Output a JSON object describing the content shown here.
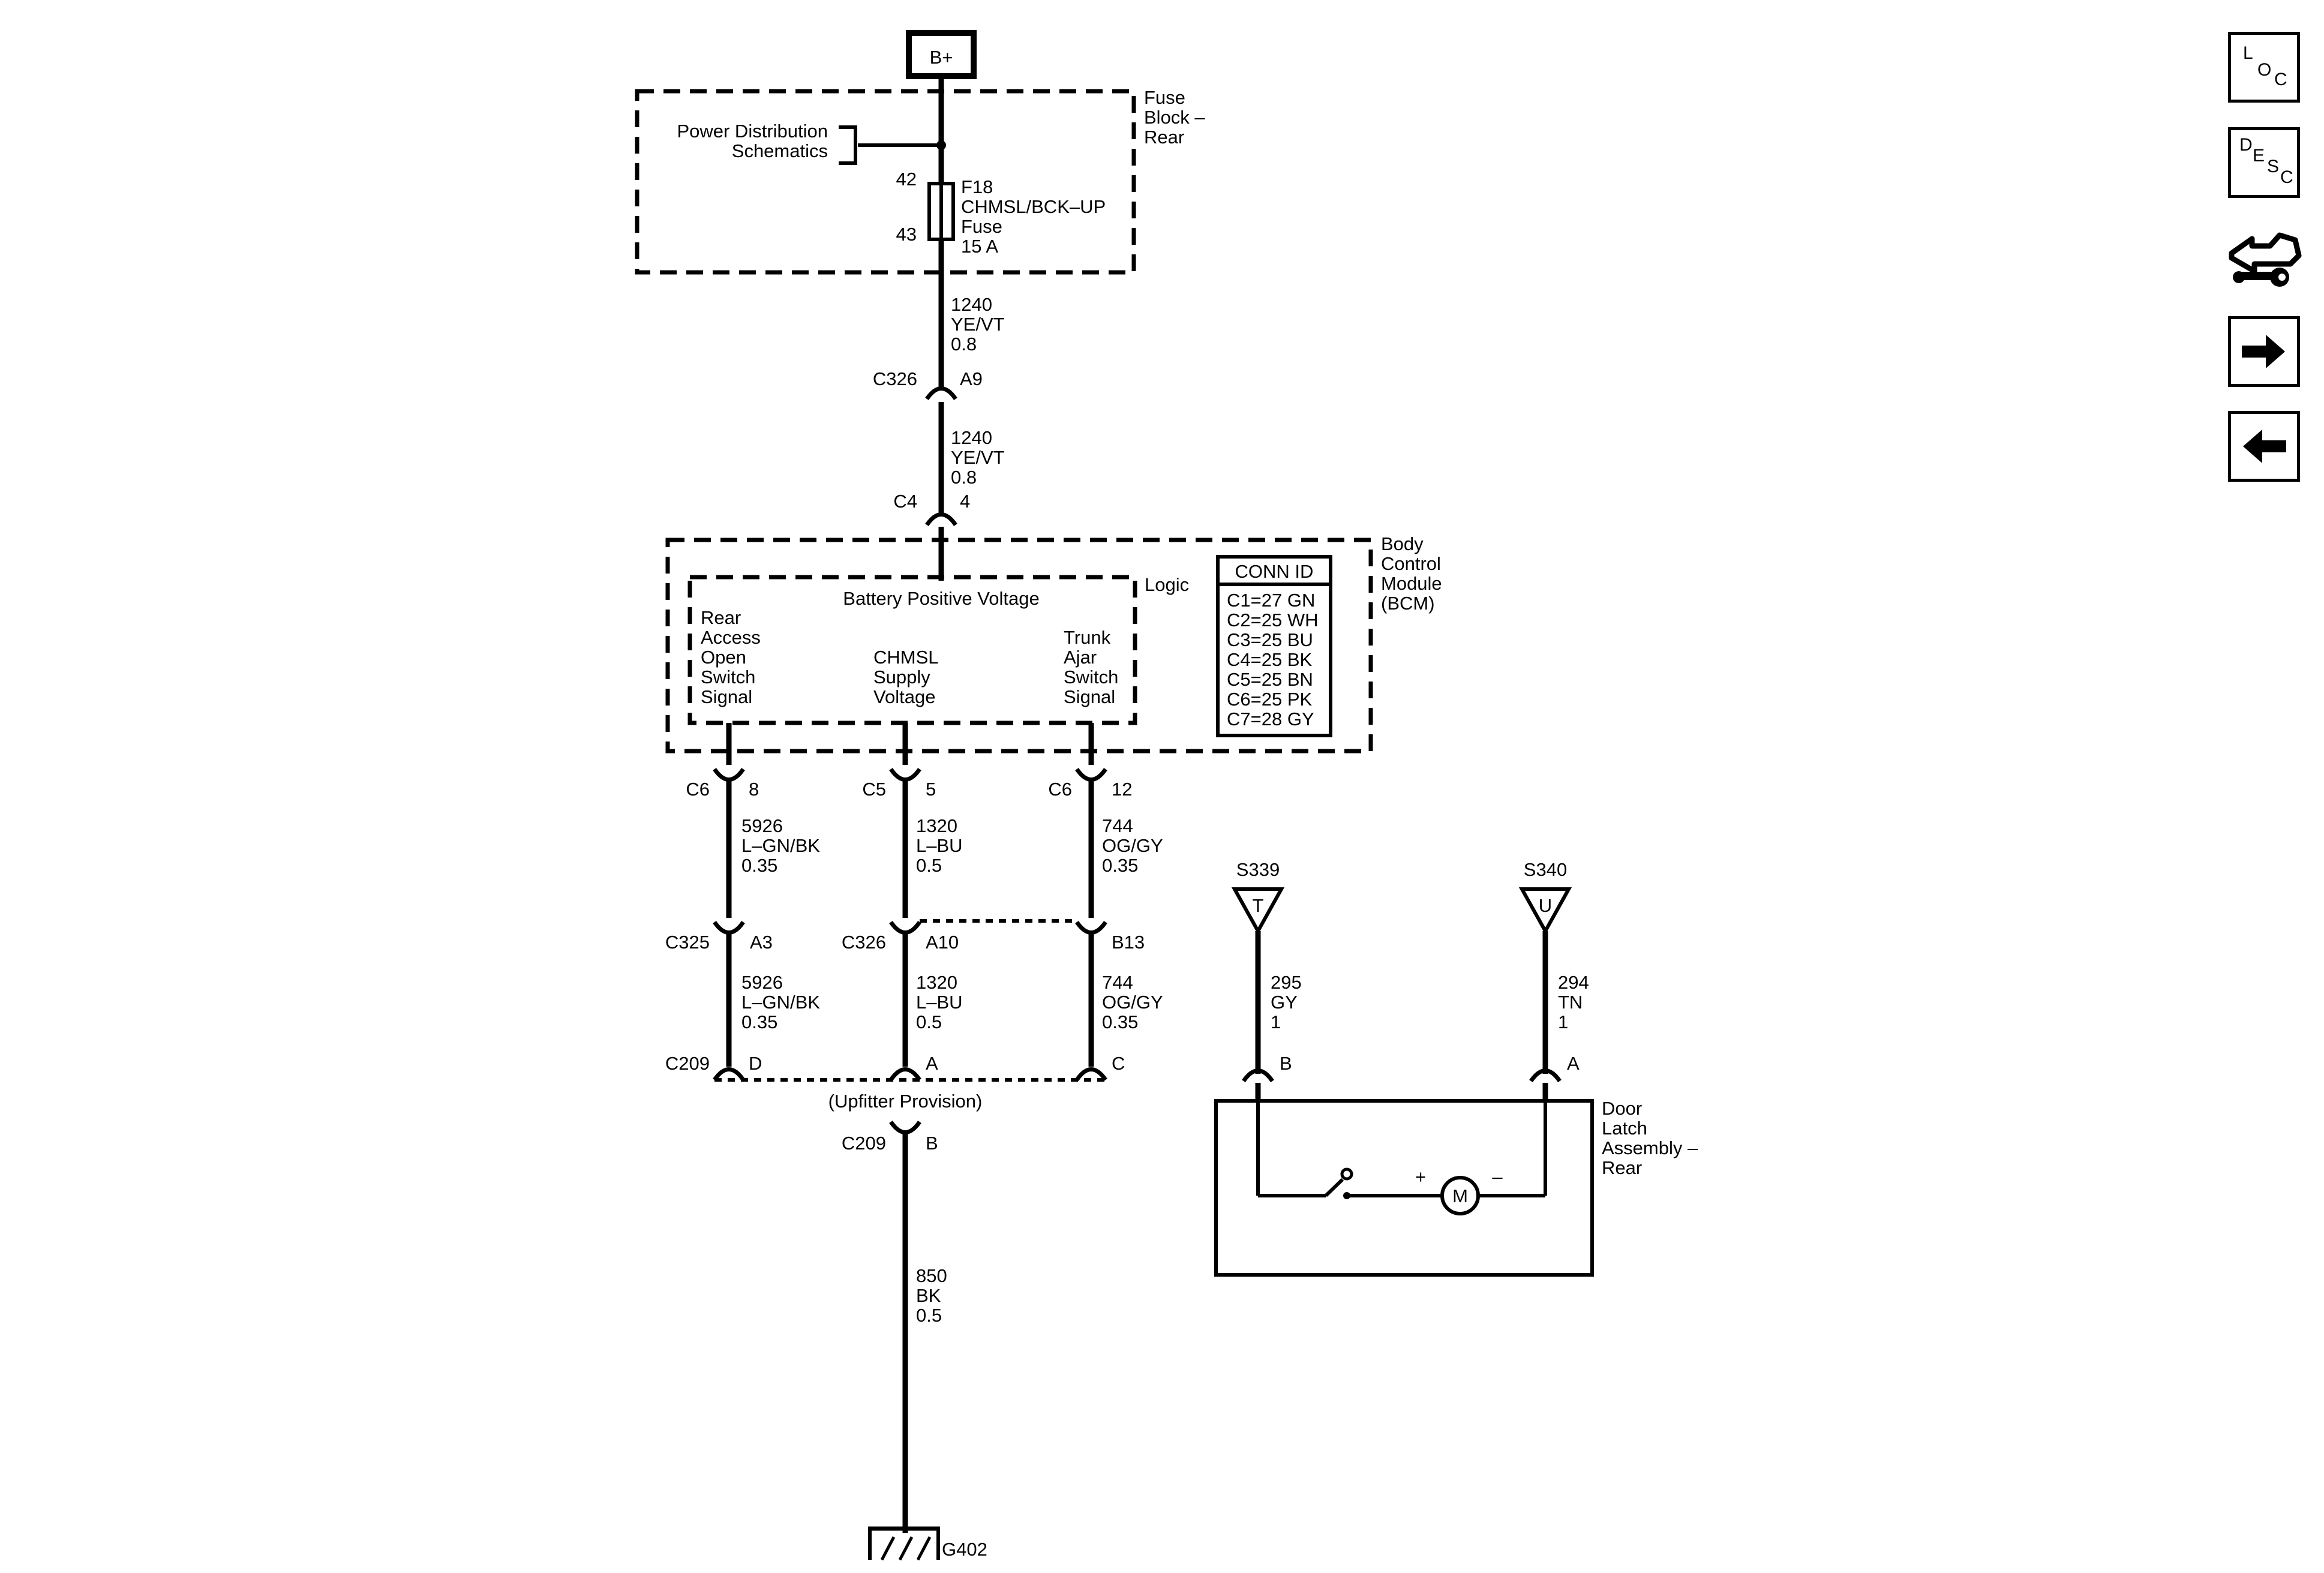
{
  "battery": {
    "label": "B+"
  },
  "fuse_block": {
    "name_line1": "Fuse",
    "name_line2": "Block –",
    "name_line3": "Rear"
  },
  "power_dist": {
    "line1": "Power Distribution",
    "line2": "Schematics"
  },
  "fuse": {
    "pin_in": "42",
    "pin_out": "43",
    "id": "F18",
    "name": "CHMSL/BCK–UP",
    "type": "Fuse",
    "rating": "15 A"
  },
  "wires": {
    "w1240a": {
      "circuit": "1240",
      "color": "YE/VT",
      "size": "0.8"
    },
    "w1240b": {
      "circuit": "1240",
      "color": "YE/VT",
      "size": "0.8"
    },
    "w5926a": {
      "circuit": "5926",
      "color": "L–GN/BK",
      "size": "0.35"
    },
    "w1320a": {
      "circuit": "1320",
      "color": "L–BU",
      "size": "0.5"
    },
    "w744a": {
      "circuit": "744",
      "color": "OG/GY",
      "size": "0.35"
    },
    "w5926b": {
      "circuit": "5926",
      "color": "L–GN/BK",
      "size": "0.35"
    },
    "w1320b": {
      "circuit": "1320",
      "color": "L–BU",
      "size": "0.5"
    },
    "w744b": {
      "circuit": "744",
      "color": "OG/GY",
      "size": "0.35"
    },
    "w295": {
      "circuit": "295",
      "color": "GY",
      "size": "1"
    },
    "w294": {
      "circuit": "294",
      "color": "TN",
      "size": "1"
    },
    "w850": {
      "circuit": "850",
      "color": "BK",
      "size": "0.5"
    }
  },
  "connectors": {
    "c326_top": {
      "name": "C326",
      "pin": "A9"
    },
    "c4": {
      "name": "C4",
      "pin": "4"
    },
    "c6_left": {
      "name": "C6",
      "pin": "8"
    },
    "c5": {
      "name": "C5",
      "pin": "5"
    },
    "c6_right": {
      "name": "C6",
      "pin": "12"
    },
    "c325": {
      "name": "C325",
      "pin": "A3"
    },
    "c326_mid": {
      "name": "C326",
      "pin": "A10",
      "pin2": "B13"
    },
    "c209": {
      "name": "C209",
      "pin_d": "D",
      "pin_a": "A",
      "pin_c": "C"
    },
    "c209_b": {
      "name": "C209",
      "pin": "B"
    },
    "door_b": {
      "pin": "B"
    },
    "door_a": {
      "pin": "A"
    }
  },
  "bcm": {
    "name_line1": "Body",
    "name_line2": "Control",
    "name_line3": "Module",
    "name_line4": "(BCM)",
    "logic_label": "Logic",
    "battery_positive": "Battery Positive Voltage",
    "rear_access": [
      "Rear",
      "Access",
      "Open",
      "Switch",
      "Signal"
    ],
    "chmsl": [
      "CHMSL",
      "Supply",
      "Voltage"
    ],
    "trunk_ajar": [
      "Trunk",
      "Ajar",
      "Switch",
      "Signal"
    ]
  },
  "conn_id": {
    "title": "CONN ID",
    "rows": [
      "C1=27 GN",
      "C2=25 WH",
      "C3=25 BU",
      "C4=25 BK",
      "C5=25 BN",
      "C6=25 PK",
      "C7=28 GY"
    ]
  },
  "upfitter": {
    "label": "(Upfitter Provision)"
  },
  "splices": {
    "s339": {
      "name": "S339",
      "letter": "T"
    },
    "s340": {
      "name": "S340",
      "letter": "U"
    }
  },
  "door_latch": {
    "line1": "Door",
    "line2": "Latch",
    "line3": "Assembly –",
    "line4": "Rear",
    "motor": "M",
    "plus": "+",
    "minus": "–"
  },
  "ground": {
    "label": "G402"
  },
  "nav": {
    "loc": {
      "l1": "L",
      "l2": "O",
      "l3": "C"
    },
    "desc": {
      "l1": "D",
      "l2": "E",
      "l3": "S",
      "l4": "C"
    }
  }
}
